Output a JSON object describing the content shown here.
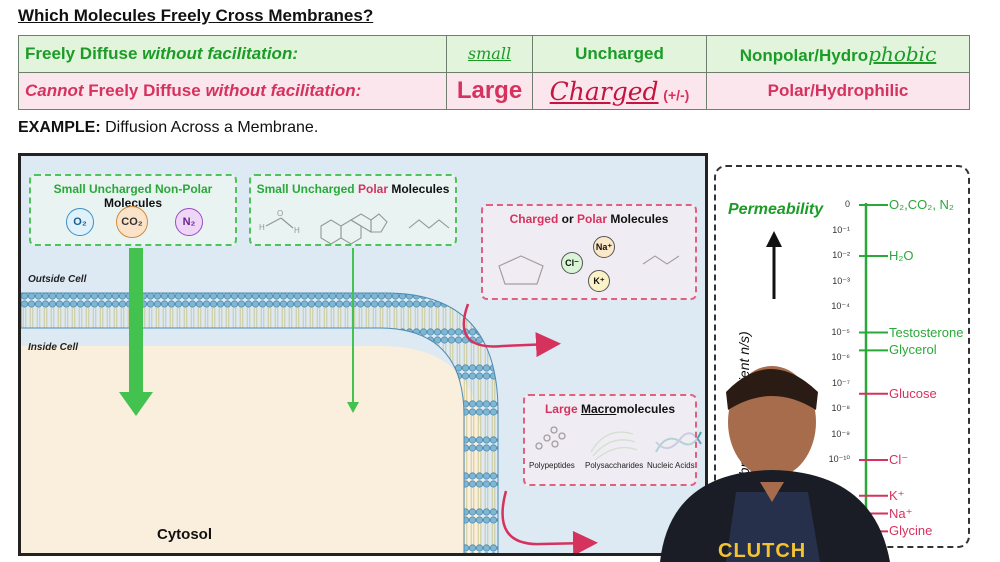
{
  "title": "Which Molecules Freely Cross Membranes?",
  "table": {
    "row1": {
      "label_pre": "Freely Diffuse",
      "label_italic": "without facilitation:",
      "size_handwritten": "small",
      "charge": "Uncharged",
      "polarity_printed": "Nonpolar/Hydro",
      "polarity_handwritten": "phobic"
    },
    "row2": {
      "label_italic_pre": "Cannot",
      "label_mid": "Freely Diffuse",
      "label_italic_post": "without facilitation:",
      "size": "Large",
      "charge_handwritten": "Charged",
      "charge_note": "(+/-)",
      "polarity": "Polar/Hydrophilic"
    }
  },
  "example": {
    "label": "EXAMPLE:",
    "text": "Diffusion Across a Membrane."
  },
  "diagram": {
    "box_nonpolar": {
      "t1": "Small Uncharged Non-Polar",
      "t2": "Molecules",
      "molecules": [
        "O₂",
        "CO₂",
        "N₂"
      ]
    },
    "box_polar": {
      "t1": "Small Uncharged",
      "t2": "Polar",
      "t3": "Molecules"
    },
    "box_charged": {
      "t1": "Charged",
      "t2": "or",
      "t3": "Polar",
      "t4": "Molecules",
      "ions": [
        "Cl⁻",
        "Na⁺",
        "K⁺"
      ]
    },
    "box_macro": {
      "t1": "Large",
      "t2": "Macro",
      "t3": "molecules",
      "items": [
        "Polypeptides",
        "Polysaccharides",
        "Nucleic Acids"
      ]
    },
    "outside": "Outside Cell",
    "inside": "Inside Cell",
    "cytosol": "Cytosol"
  },
  "permeability": {
    "title": "Permeability",
    "axis_label": "mbrane  y Coefficient  n/s)",
    "ticks": [
      "0",
      "10⁻¹",
      "10⁻²",
      "10⁻³",
      "10⁻⁴",
      "10⁻⁵",
      "10⁻⁶",
      "10⁻⁷",
      "10⁻⁸",
      "10⁻⁹",
      "10⁻¹⁰"
    ],
    "substances": [
      {
        "name": "O₂,CO₂, N₂",
        "kind": "g",
        "level": 0
      },
      {
        "name": "H₂O",
        "kind": "g",
        "level": 2
      },
      {
        "name": "Testosterone",
        "kind": "g",
        "level": 5
      },
      {
        "name": "Glycerol",
        "kind": "g",
        "level": 5.7
      },
      {
        "name": "Glucose",
        "kind": "r",
        "level": 7.4
      },
      {
        "name": "Cl⁻",
        "kind": "r",
        "level": 10
      },
      {
        "name": "K⁺",
        "kind": "r",
        "level": 11.4
      },
      {
        "name": "Na⁺",
        "kind": "r",
        "level": 12.1
      },
      {
        "name": "Glycine",
        "kind": "r",
        "level": 12.8
      }
    ]
  },
  "presenter": {
    "shirt_text": "CLUTCH"
  },
  "colors": {
    "green": "#1a9c27",
    "red": "#d6325e",
    "membrane_blue": "#6aa6c7",
    "cytosol_fill": "#faeedd"
  }
}
